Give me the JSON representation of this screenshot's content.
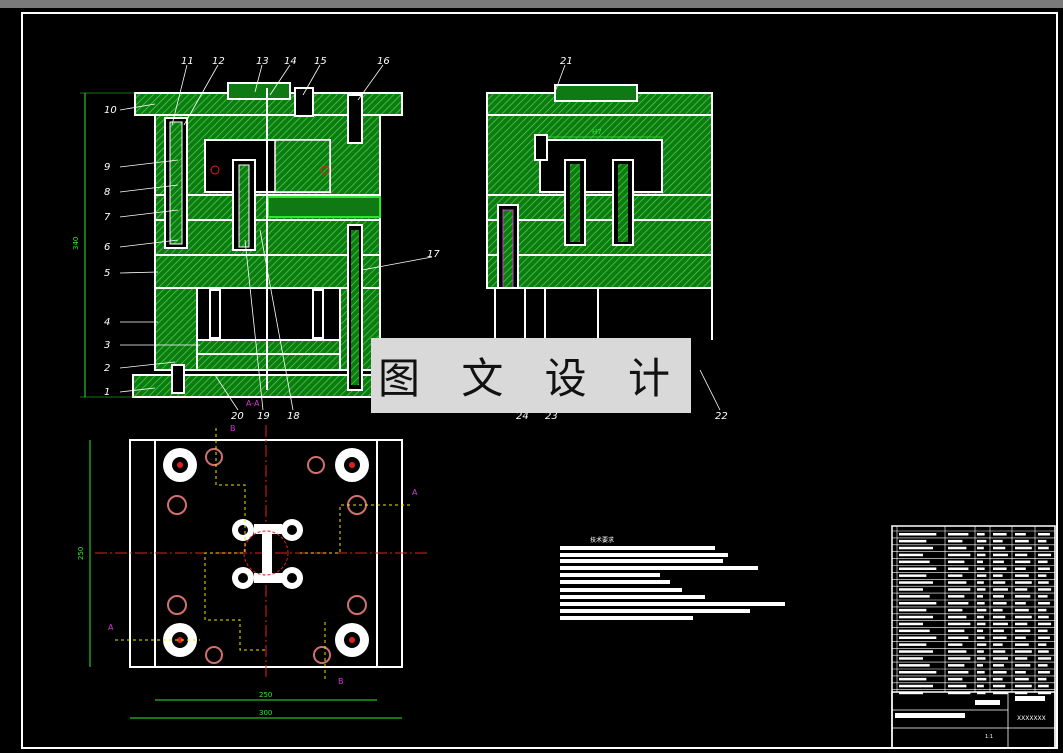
{
  "watermark_text": "图 文 设 计",
  "part_numbers_front": [
    "1",
    "2",
    "3",
    "4",
    "5",
    "6",
    "7",
    "8",
    "9",
    "10",
    "11",
    "12",
    "13",
    "14",
    "15",
    "16",
    "17",
    "18",
    "19",
    "20"
  ],
  "part_numbers_side": [
    "21",
    "22",
    "23",
    "24"
  ],
  "dimensions": {
    "height_front": "340",
    "height_top": "250",
    "width_inner": "250",
    "width_outer": "300",
    "side_gap": "H7"
  },
  "section_labels": {
    "a": "A",
    "b": "B",
    "section_mark": "A-A"
  },
  "tech_notes_title": "技术要求",
  "title_block": {
    "drawing_no": "XXXXXXX",
    "scale": "1:1"
  },
  "colors": {
    "frame": "#ffffff",
    "fill": "#0f7a14",
    "hatch": "#2ecc2e",
    "center": "#e02020",
    "marker": "#d038d0",
    "dimension": "#2ee82e"
  }
}
